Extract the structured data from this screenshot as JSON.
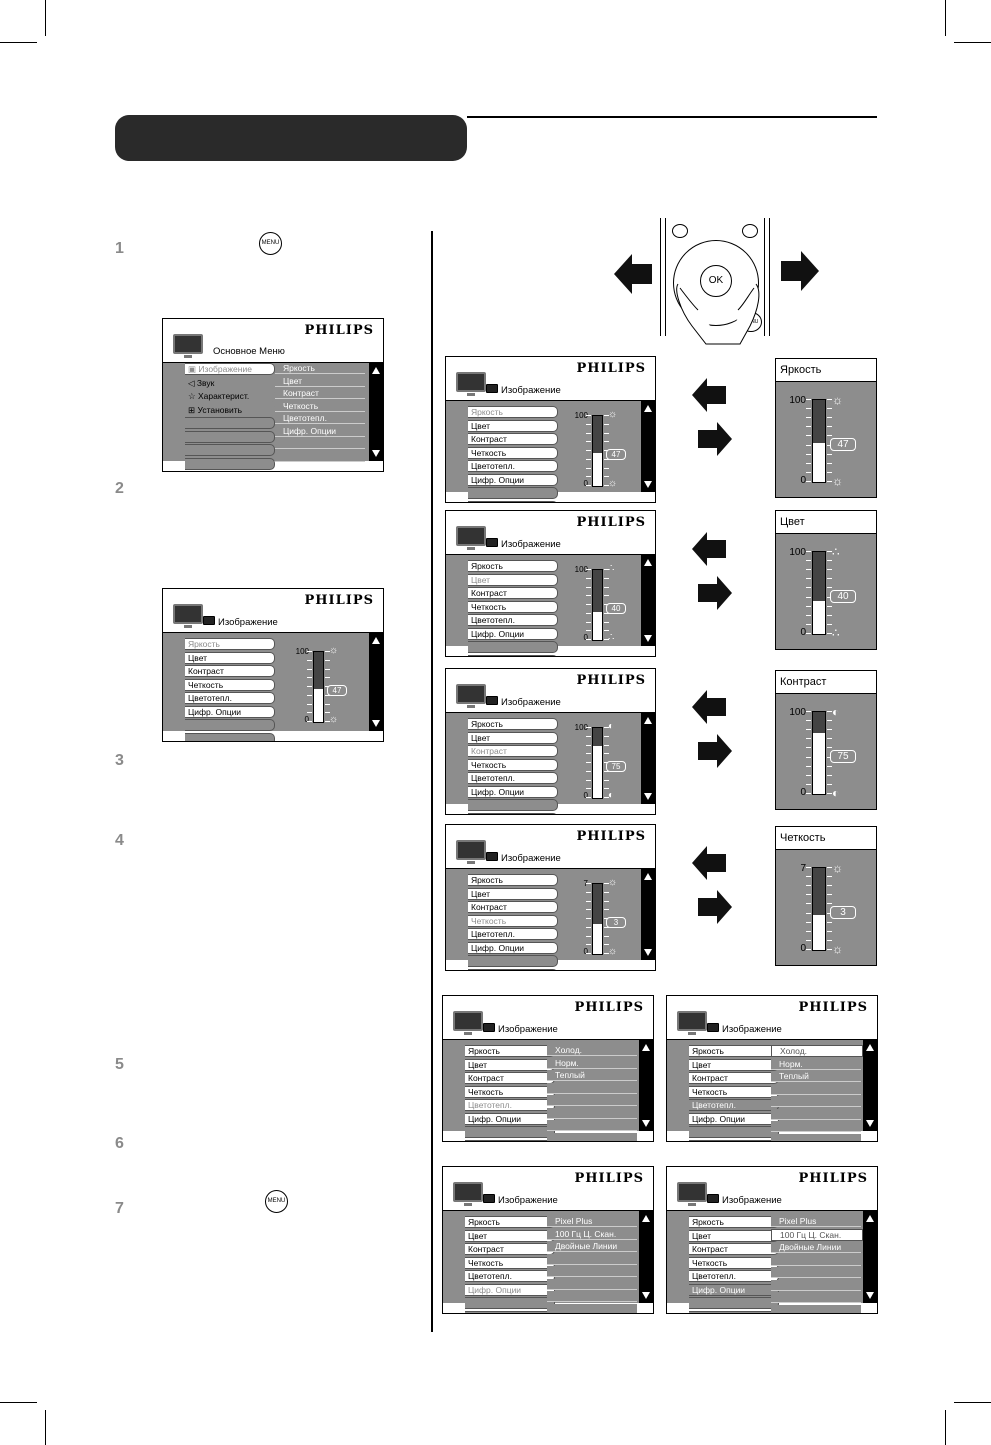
{
  "steps": [
    "1",
    "2",
    "3",
    "4",
    "5",
    "6",
    "7"
  ],
  "menu_key": "MENU",
  "brand": "PHILIPS",
  "main_menu": {
    "title": "Основное Меню",
    "items": [
      "Изображение",
      "Звук",
      "Характерист.",
      "Установить"
    ],
    "sub_items": [
      "Яркость",
      "Цвет",
      "Контраст",
      "Четкость",
      "Цветотепл.",
      "Цифр. Опции"
    ]
  },
  "picture_menu": {
    "title": "Изображение",
    "items": [
      "Яркость",
      "Цвет",
      "Контраст",
      "Четкость",
      "Цветотепл.",
      "Цифр. Опции"
    ]
  },
  "remote": {
    "ok_label": "OK",
    "menu_label": "MENU"
  },
  "sliders": {
    "brightness": {
      "label": "Яркость",
      "max": "100",
      "min": "0",
      "value": "47",
      "value_num": 47,
      "max_num": 100
    },
    "color": {
      "label": "Цвет",
      "max": "100",
      "min": "0",
      "value": "40",
      "value_num": 40,
      "max_num": 100
    },
    "contrast": {
      "label": "Контраст",
      "max": "100",
      "min": "0",
      "value": "75",
      "value_num": 75,
      "max_num": 100
    },
    "sharpness": {
      "label": "Четкость",
      "max": "7",
      "min": "0",
      "value": "3",
      "value_num": 3,
      "max_num": 7
    }
  },
  "color_temp_options": [
    "Холод.",
    "Норм.",
    "Теплый"
  ],
  "digital_options": [
    "Pixel Plus",
    "100 Гц Ц. Скан.",
    "Двойные Линии"
  ]
}
